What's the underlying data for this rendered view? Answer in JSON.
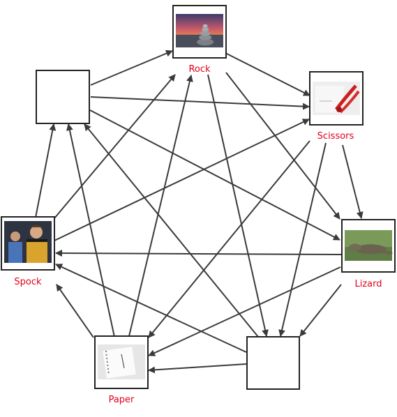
{
  "diagram": {
    "label_color": "#e0001b",
    "edge_color": "#3a3a3a",
    "nodes": [
      {
        "id": "rock",
        "label": "Rock",
        "has_image": true,
        "image": "stacked-stones-sunset-photo"
      },
      {
        "id": "scissors",
        "label": "Scissors",
        "has_image": true,
        "image": "red-scissors-cutting-paper-photo"
      },
      {
        "id": "lizard",
        "label": "Lizard",
        "has_image": true,
        "image": "komodo-lizard-on-grass-photo"
      },
      {
        "id": "empty-bottom-right",
        "label": "",
        "has_image": false
      },
      {
        "id": "paper",
        "label": "Paper",
        "has_image": true,
        "image": "notebook-and-pen-photo"
      },
      {
        "id": "spock",
        "label": "Spock",
        "has_image": true,
        "image": "star-trek-crew-photo"
      },
      {
        "id": "empty-top-left",
        "label": "",
        "has_image": false
      }
    ],
    "edges": [
      {
        "from": "empty-top-left",
        "to": "rock"
      },
      {
        "from": "empty-top-left",
        "to": "scissors"
      },
      {
        "from": "empty-top-left",
        "to": "lizard"
      },
      {
        "from": "rock",
        "to": "scissors"
      },
      {
        "from": "rock",
        "to": "lizard"
      },
      {
        "from": "rock",
        "to": "empty-bottom-right"
      },
      {
        "from": "scissors",
        "to": "lizard"
      },
      {
        "from": "scissors",
        "to": "paper"
      },
      {
        "from": "scissors",
        "to": "empty-bottom-right"
      },
      {
        "from": "lizard",
        "to": "spock"
      },
      {
        "from": "lizard",
        "to": "paper"
      },
      {
        "from": "lizard",
        "to": "empty-bottom-right"
      },
      {
        "from": "empty-bottom-right",
        "to": "paper"
      },
      {
        "from": "empty-bottom-right",
        "to": "spock"
      },
      {
        "from": "empty-bottom-right",
        "to": "empty-top-left"
      },
      {
        "from": "paper",
        "to": "spock"
      },
      {
        "from": "paper",
        "to": "rock"
      },
      {
        "from": "paper",
        "to": "empty-top-left"
      },
      {
        "from": "spock",
        "to": "empty-top-left"
      },
      {
        "from": "spock",
        "to": "rock"
      },
      {
        "from": "spock",
        "to": "scissors"
      }
    ]
  }
}
